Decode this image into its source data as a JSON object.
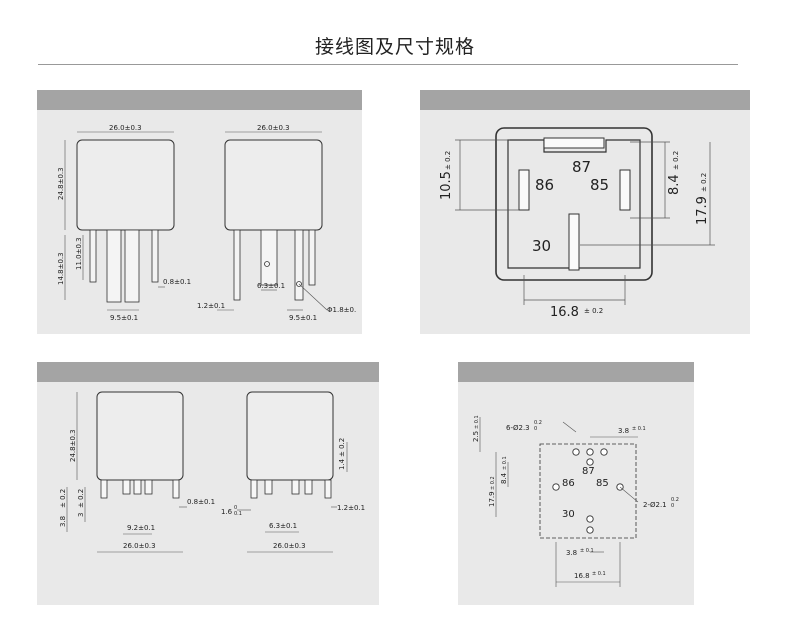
{
  "page": {
    "title": "接线图及尺寸规格"
  },
  "panel1": {
    "width_front": "26.0±0.3",
    "width_side": "26.0±0.3",
    "height_total": "24.8±0.3",
    "pin_len": "14.8±0.3",
    "pin_len2": "11.0±0.3",
    "pin_thick": "0.8±0.1",
    "pin_space": "9.5±0.1",
    "pin_off": "1.2±0.1",
    "pin_w": "6.3±0.1",
    "pin_space2": "9.5±0.1",
    "hole": "Φ1.8±0."
  },
  "panel2": {
    "pin87": "87",
    "pin86": "86",
    "pin85": "85",
    "pin30": "30",
    "dim_left": "10.5",
    "dim_left_tol": "± 0.2",
    "dim_r1": "8.4",
    "dim_r1_tol": "± 0.2",
    "dim_r2": "17.9",
    "dim_r2_tol": "± 0.2",
    "dim_bottom": "16.8",
    "dim_bottom_tol": "± 0.2"
  },
  "panel3": {
    "height": "24.8±0.3",
    "pin_h1": "3.8",
    "pin_h1_tol": "± 0.2",
    "pin_h2": "3",
    "pin_h2_tol": "± 0.2",
    "pin_space": "9.2±0.1",
    "width": "26.0±0.3",
    "thick": "0.8±0.1",
    "side_w1": "1.4",
    "side_w1_tol": "± 0.2",
    "side_off": "1.6",
    "side_off_tol_hi": "0",
    "side_off_tol_lo": "0.1",
    "side_space": "6.3±0.1",
    "side_thick": "1.2±0.1",
    "width_side": "26.0±0.3"
  },
  "panel4": {
    "holes_big": "6-Ø2.3",
    "holes_big_tol_hi": "0.2",
    "holes_big_tol_lo": "0",
    "holes_small": "2-Ø2.1",
    "holes_small_tol_hi": "0.2",
    "holes_small_tol_lo": "0",
    "pin87": "87",
    "pin86": "86",
    "pin85": "85",
    "pin30": "30",
    "dim_top_space": "3.8",
    "dim_top_space_tol": "± 0.1",
    "dim_bottom_space": "3.8",
    "dim_bottom_space_tol": "± 0.1",
    "dim_width": "16.8",
    "dim_width_tol": "± 0.1",
    "dim_h1": "2.5",
    "dim_h1_tol": "± 0.1",
    "dim_h2": "8.4",
    "dim_h2_tol": "± 0.1",
    "dim_h3": "17.9",
    "dim_h3_tol": "± 0.2"
  }
}
